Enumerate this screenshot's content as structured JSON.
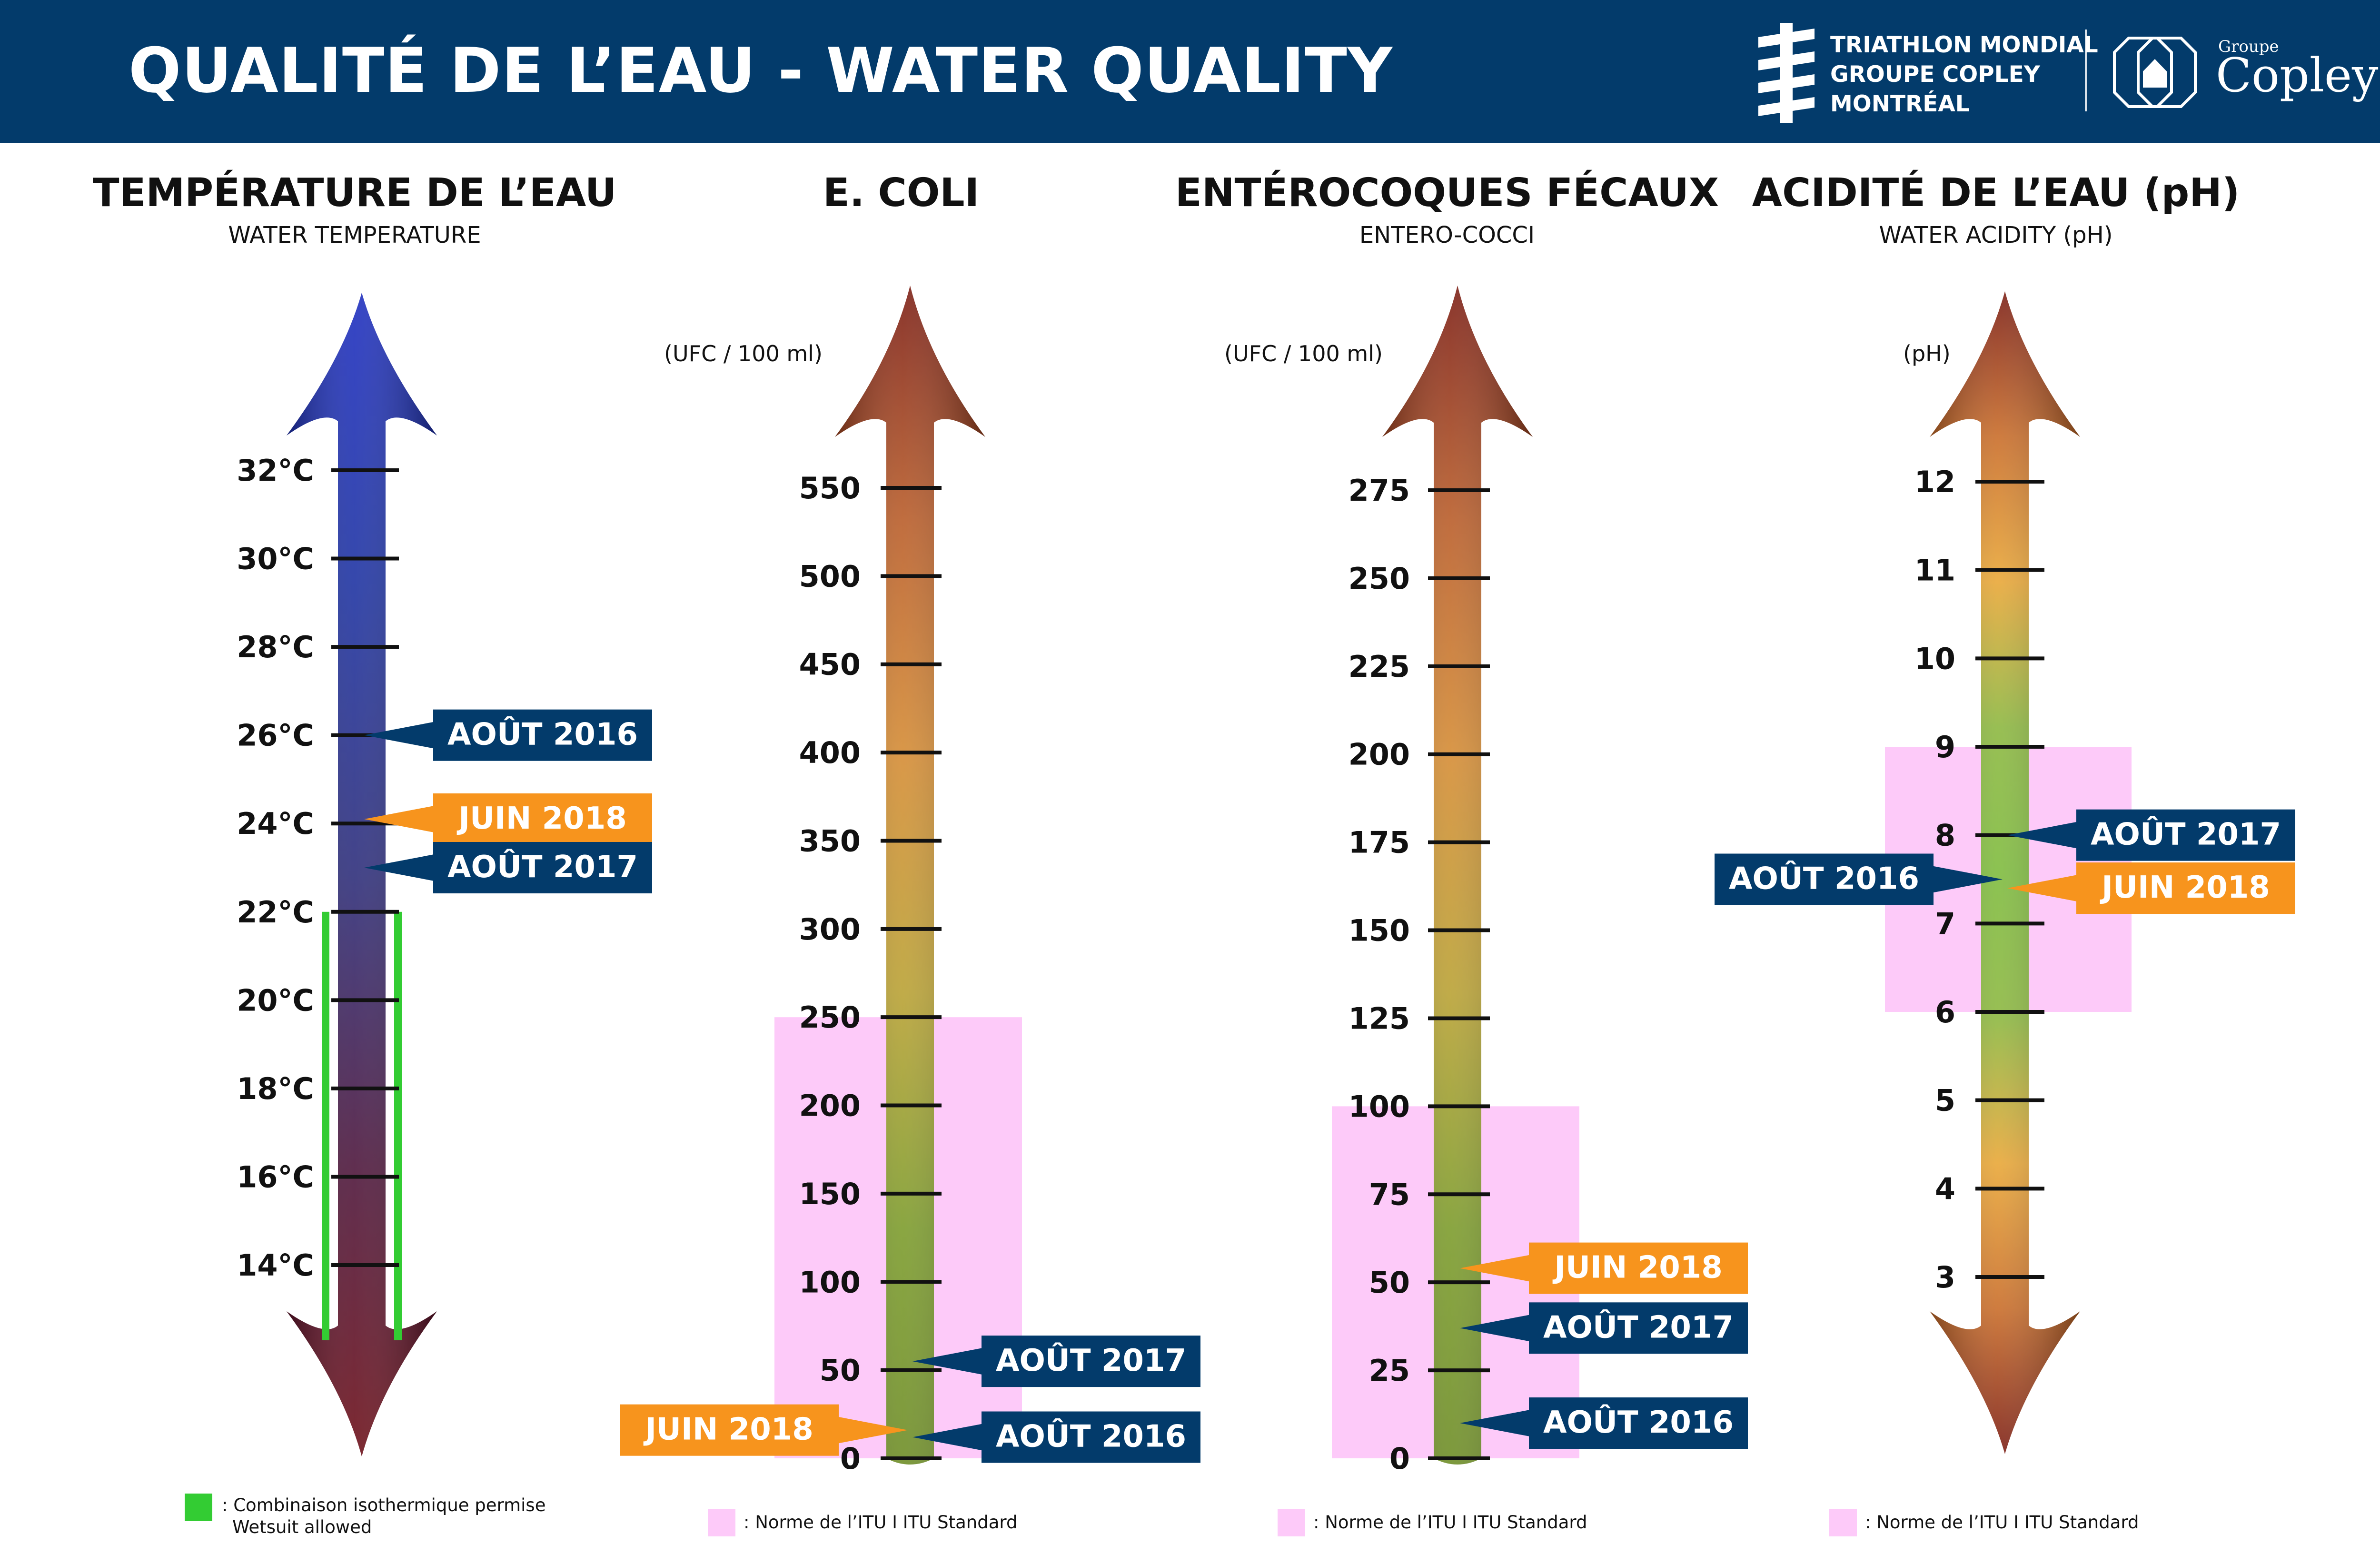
{
  "header": {
    "title": "QUALITÉ DE L’EAU - WATER QUALITY",
    "logo_lines": [
      "TRIATHLON MONDIAL",
      "GROUPE COPLEY",
      "MONTRÉAL"
    ],
    "groupe": "Groupe",
    "copley": "Copley",
    "bg_color": "#033b6b"
  },
  "colors": {
    "navy": "#033b6b",
    "orange": "#f7941d",
    "standard": "#fdcaf9",
    "wetsuit": "#33cc33"
  },
  "legends": {
    "wetsuit": ": Combinaison isothermique permise",
    "wetsuit_en": "Wetsuit allowed",
    "itu": ": Norme de l’ITU     I     ITU Standard"
  },
  "chart_data": [
    {
      "type": "thermometer-scale",
      "title": "TEMPÉRATURE DE L’EAU",
      "subtitle": "WATER TEMPERATURE",
      "unit": "",
      "ticks": [
        "14°C",
        "16°C",
        "18°C",
        "20°C",
        "22°C",
        "24°C",
        "26°C",
        "28°C",
        "30°C",
        "32°C"
      ],
      "ylim": [
        14,
        32
      ],
      "gradient": [
        "#6b0b14",
        "#4a1238",
        "#2a2a78",
        "#1a2fa0",
        "#1a2bbf"
      ],
      "band": {
        "label": "Combinaison isothermique permise",
        "from": 12.3,
        "to": 22,
        "color": "#33cc33"
      },
      "markers": [
        {
          "label": "AOÛT 2016",
          "value": 26,
          "color": "navy",
          "side": "right"
        },
        {
          "label": "JUIN 2018",
          "value": 24.1,
          "color": "orange",
          "side": "right"
        },
        {
          "label": "AOÛT 2017",
          "value": 23,
          "color": "navy",
          "side": "right"
        }
      ]
    },
    {
      "type": "thermometer-scale",
      "title": "E. COLI",
      "subtitle": "",
      "unit": "(UFC / 100 ml)",
      "ticks": [
        "0",
        "50",
        "100",
        "150",
        "200",
        "250",
        "300",
        "350",
        "400",
        "450",
        "500",
        "550"
      ],
      "ylim": [
        0,
        550
      ],
      "gradient": [
        "#6b8b22",
        "#7a9a28",
        "#b8a030",
        "#d48a30",
        "#b85a25",
        "#7a1a10"
      ],
      "band": {
        "label": "Norme de l’ITU",
        "from": 0,
        "to": 250,
        "color": "#fdcaf9"
      },
      "markers": [
        {
          "label": "AOÛT 2017",
          "value": 55,
          "color": "navy",
          "side": "right"
        },
        {
          "label": "JUIN 2018",
          "value": 16,
          "color": "orange",
          "side": "left"
        },
        {
          "label": "AOÛT 2016",
          "value": 12,
          "color": "navy",
          "side": "right"
        }
      ]
    },
    {
      "type": "thermometer-scale",
      "title": "ENTÉROCOQUES FÉCAUX",
      "subtitle": "ENTERO-COCCI",
      "unit": "(UFC / 100 ml)",
      "ticks": [
        "0",
        "25",
        "50",
        "75",
        "100",
        "125",
        "150",
        "175",
        "200",
        "225",
        "250",
        "275"
      ],
      "ylim": [
        0,
        275
      ],
      "gradient": [
        "#6b8b22",
        "#7a9a28",
        "#b8a030",
        "#d48a30",
        "#b85a25",
        "#7a1a10"
      ],
      "band": {
        "label": "Norme de l’ITU",
        "from": 0,
        "to": 100,
        "color": "#fdcaf9"
      },
      "markers": [
        {
          "label": "JUIN 2018",
          "value": 54,
          "color": "orange",
          "side": "right"
        },
        {
          "label": "AOÛT 2017",
          "value": 37,
          "color": "navy",
          "side": "right"
        },
        {
          "label": "AOÛT 2016",
          "value": 10,
          "color": "navy",
          "side": "right"
        }
      ]
    },
    {
      "type": "thermometer-scale",
      "title": "ACIDITÉ DE L’EAU (pH)",
      "subtitle": "WATER ACIDITY (pH)",
      "unit": "(pH)",
      "ticks": [
        "3",
        "4",
        "5",
        "6",
        "7",
        "8",
        "9",
        "10",
        "11",
        "12"
      ],
      "ylim": [
        3,
        12
      ],
      "gradient": [
        "#7a1a10",
        "#c86a25",
        "#e8a533",
        "#8ab63c",
        "#7cba3a",
        "#8ab63c",
        "#e8a533",
        "#c86a25",
        "#7a1a10"
      ],
      "band": {
        "label": "Norme de l’ITU",
        "from": 6,
        "to": 9,
        "color": "#fdcaf9"
      },
      "markers": [
        {
          "label": "AOÛT 2017",
          "value": 8,
          "color": "navy",
          "side": "right"
        },
        {
          "label": "AOÛT 2016",
          "value": 7.5,
          "color": "navy",
          "side": "left"
        },
        {
          "label": "JUIN 2018",
          "value": 7.4,
          "color": "orange",
          "side": "right"
        }
      ]
    }
  ]
}
